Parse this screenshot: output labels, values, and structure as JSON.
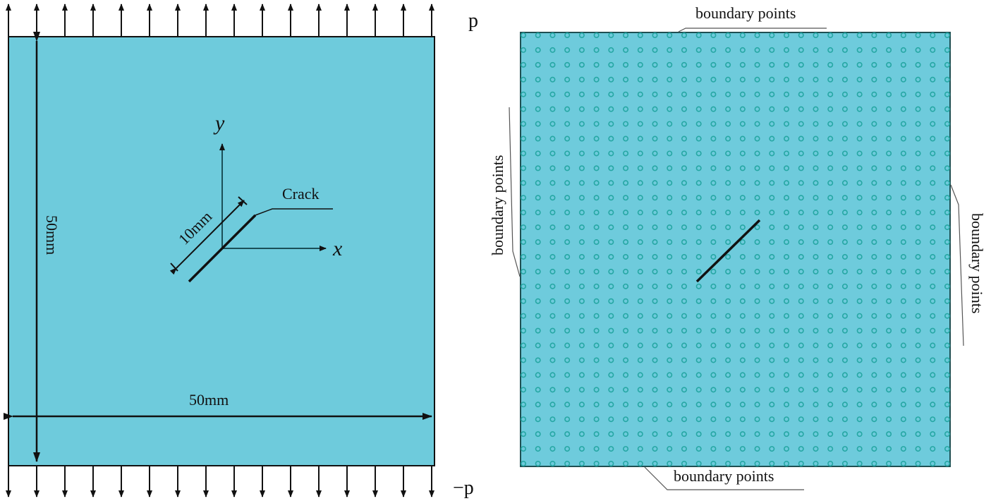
{
  "left_panel": {
    "top_load_label": "p",
    "bottom_load_label": "−p",
    "height_dimension_label": "50mm",
    "width_dimension_label": "50mm",
    "crack_length_label": "10mm",
    "crack_label": "Crack",
    "x_axis_label": "x",
    "y_axis_label": "y"
  },
  "right_panel": {
    "top_label": "boundary points",
    "bottom_label": "boundary points",
    "left_label": "boundary points",
    "right_label": "boundary points",
    "point_grid": {
      "columns": 30,
      "rows": 30
    }
  },
  "colors": {
    "plate_fill": "#6ecbdc",
    "point_color": "#26a7a4",
    "line_color": "#111111"
  }
}
